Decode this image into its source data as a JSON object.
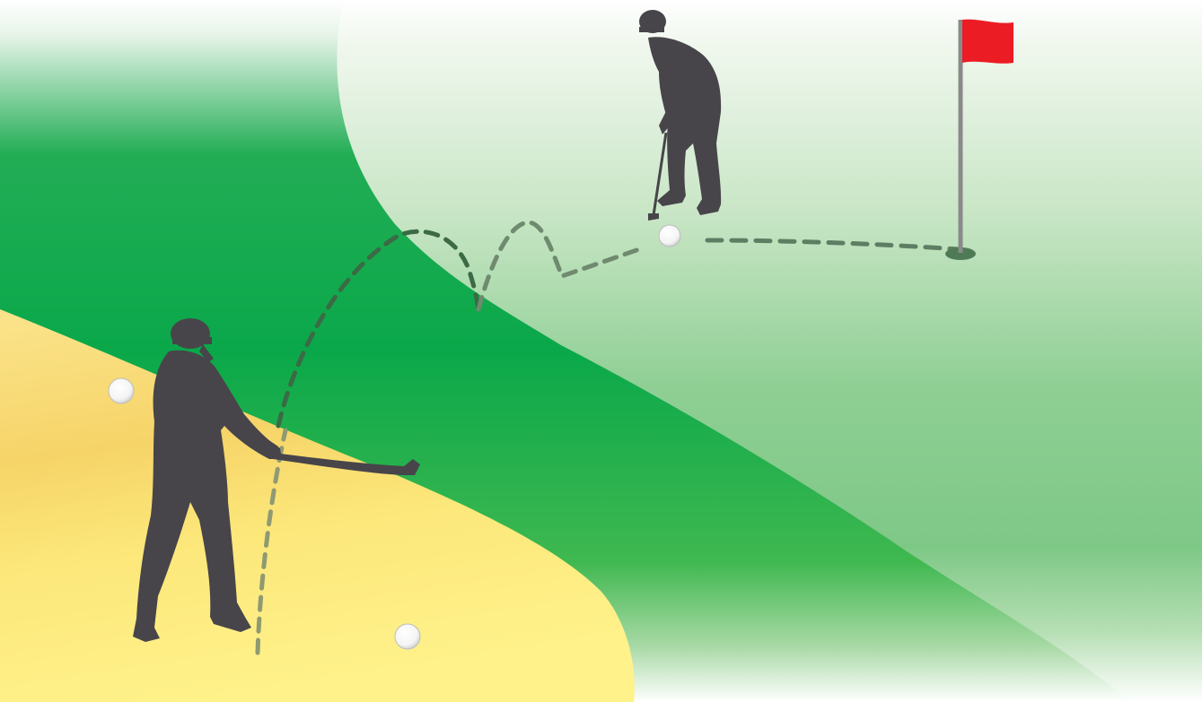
{
  "scene": {
    "kind": "golf-illustration",
    "colors": {
      "background": "#ffffff",
      "fairway_dark": "#0aa84a",
      "fairway_mid": "#3fb850",
      "green_light": "#7fc98a",
      "green_pale": "#e9f4e6",
      "sand_light": "#fff28a",
      "sand_dark": "#f6d468",
      "silhouette": "#47454a",
      "trajectory": "#3b6a45",
      "trajectory_faint": "#8f9a72",
      "flag": "#ec1c24",
      "flagpole": "#8a8a8a",
      "cup": "#4f7a56",
      "ball": "#ffffff"
    },
    "elements": {
      "bunker": "sand-bunker",
      "fairway": "fairway",
      "putting_green": "putting-green",
      "chipping_golfer": "chipping-golfer-silhouette",
      "putting_golfer": "putting-golfer-silhouette",
      "flag": "red-flag",
      "balls": [
        "bunker-ball-left",
        "bunker-ball-bottom",
        "green-ball"
      ],
      "paths": [
        "chip-shot-trajectory",
        "putt-trajectory"
      ]
    }
  }
}
